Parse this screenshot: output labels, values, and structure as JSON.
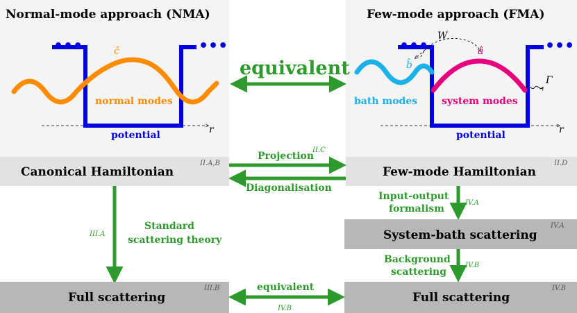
{
  "nma": {
    "title": "Normal-mode approach (NMA)",
    "mode_operator": "ĉ",
    "modes_label": "normal modes",
    "potential_label": "potential",
    "axis_label": "r"
  },
  "fma": {
    "title": "Few-mode approach (FMA)",
    "coupling_label": "W",
    "system_operator": "â",
    "bath_operator": "b̂",
    "loss_label": "Γ",
    "bath_label": "bath modes",
    "system_label": "system modes",
    "potential_label": "potential",
    "axis_label": "r"
  },
  "center": {
    "equivalent_big": "equivalent",
    "projection": "Projection",
    "projection_ref": "II.C",
    "diagonalisation": "Diagonalisation",
    "equivalent_small": "equivalent",
    "equivalent_small_ref": "IV.B"
  },
  "left_col": {
    "canonical_label": "Canonical Hamiltonian",
    "canonical_ref": "II.A,B",
    "standard_line1": "Standard",
    "standard_line2": "scattering theory",
    "standard_ref": "III.A",
    "full_label": "Full scattering",
    "full_ref": "III.B"
  },
  "right_col": {
    "fewmode_label": "Few-mode Hamiltonian",
    "fewmode_ref": "II.D",
    "io_line1": "Input-output",
    "io_line2": "formalism",
    "io_ref": "IV.A",
    "sysbath_label": "System-bath scattering",
    "sysbath_ref": "IV.A",
    "bg_line1": "Background",
    "bg_line2": "scattering",
    "bg_ref": "IV.B",
    "full_label": "Full scattering",
    "full_ref": "IV.B"
  },
  "colors": {
    "green": "#2e9a2e",
    "blue": "#0000e0",
    "orange": "#ff8c00",
    "magenta": "#e6007e",
    "cyan": "#1ab0e8",
    "panel_bg": "#f4f4f4",
    "box_light": "#e2e2e2",
    "box_dark": "#b7b7b7"
  }
}
